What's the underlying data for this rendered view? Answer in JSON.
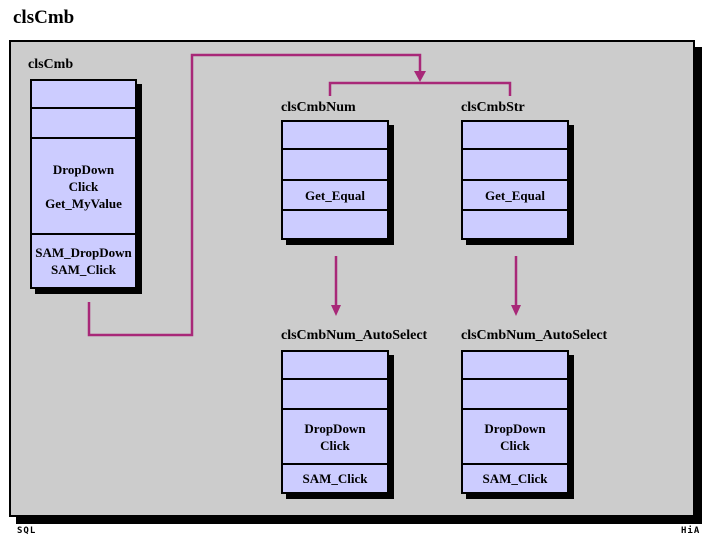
{
  "slide": {
    "title": "clsCmb",
    "footer_left": "SQL",
    "footer_right": "HiA"
  },
  "colors": {
    "frame_bg": "#cccccc",
    "box_fill": "#ccccff",
    "connector": "#a82878",
    "text": "#000000"
  },
  "diagram": {
    "boxes": [
      {
        "id": "clsCmb",
        "label": "clsCmb",
        "compartments": [
          "",
          "",
          "DropDown\nClick\nGet_MyValue",
          "SAM_DropDown\nSAM_Click"
        ]
      },
      {
        "id": "clsCmbNum",
        "label": "clsCmbNum",
        "compartments": [
          "",
          "",
          "Get_Equal",
          ""
        ]
      },
      {
        "id": "clsCmbStr",
        "label": "clsCmbStr",
        "compartments": [
          "",
          "",
          "Get_Equal",
          ""
        ]
      },
      {
        "id": "clsCmbNum_AutoSelect_left",
        "label": "clsCmbNum_AutoSelect",
        "compartments": [
          "",
          "",
          "DropDown\nClick",
          "SAM_Click"
        ]
      },
      {
        "id": "clsCmbNum_AutoSelect_right",
        "label": "clsCmbNum_AutoSelect",
        "compartments": [
          "",
          "",
          "DropDown\nClick",
          "SAM_Click"
        ]
      }
    ],
    "connectors": [
      {
        "from": "clsCmb",
        "to": "clsCmbNum and clsCmbStr",
        "style": "elbow with down arrow into split bracket"
      },
      {
        "from": "clsCmbNum",
        "to": "clsCmbNum_AutoSelect (left)",
        "style": "straight down arrow"
      },
      {
        "from": "clsCmbStr",
        "to": "clsCmbNum_AutoSelect (right)",
        "style": "straight down arrow"
      }
    ]
  }
}
